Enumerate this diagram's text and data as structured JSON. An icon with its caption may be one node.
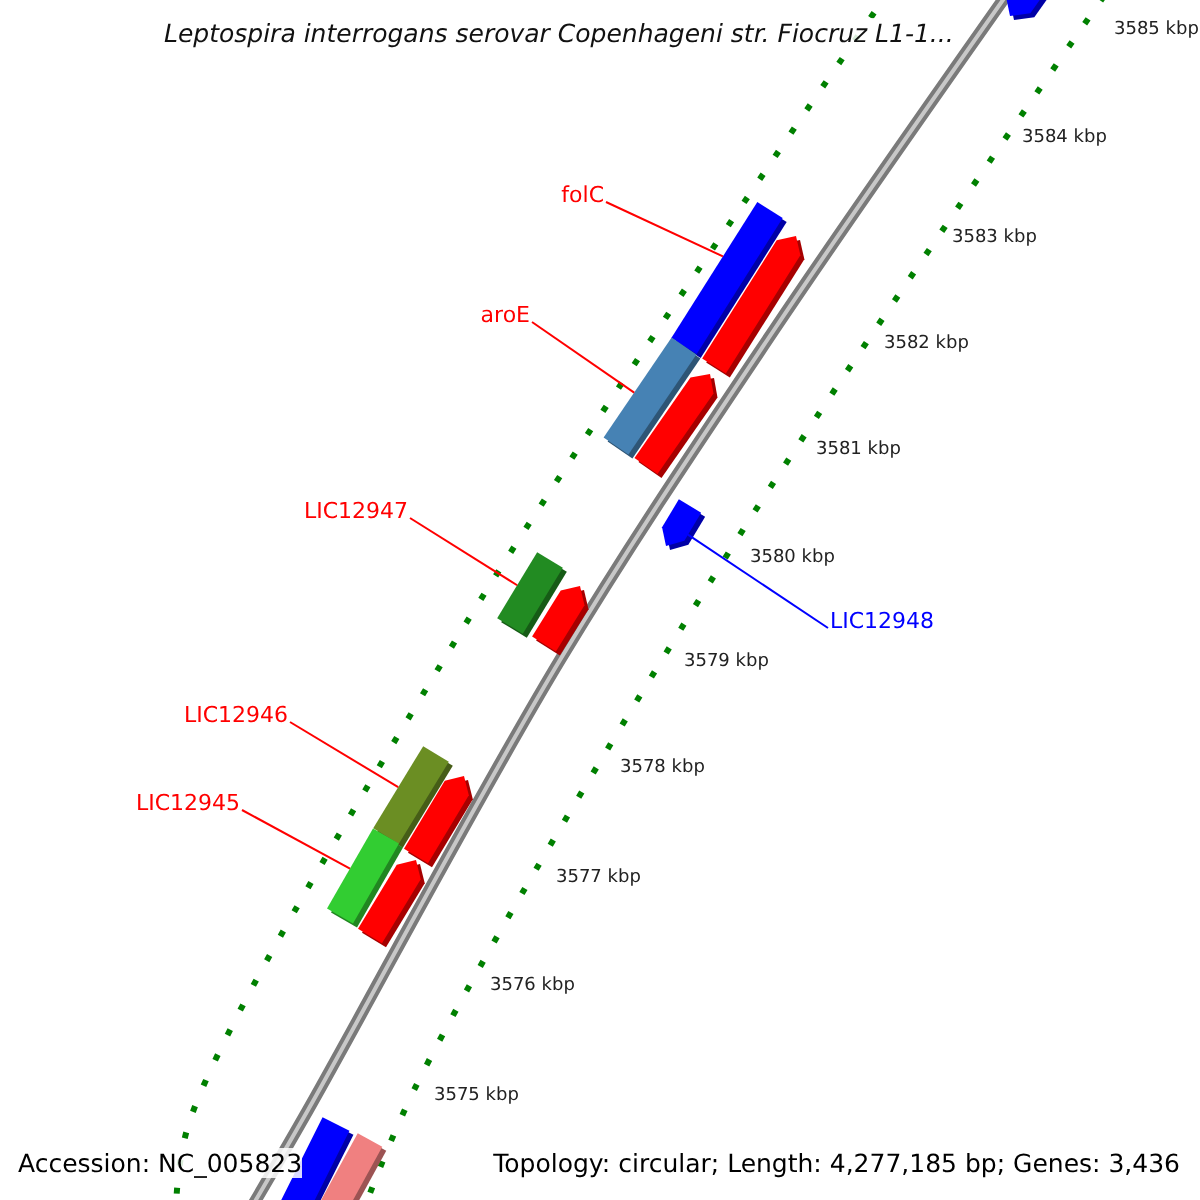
{
  "diagram": {
    "title": "Leptospira interrogans serovar Copenhageni str. Fiocruz L1-1...",
    "nodes": [
      {
        "text": [
          "folC"
        ]
      },
      {
        "text": [
          "aroE"
        ]
      },
      {
        "text": [
          "LIC12947"
        ]
      },
      {
        "text": [
          "LIC12948"
        ]
      },
      {
        "text": [
          "LIC12946"
        ]
      },
      {
        "text": [
          "LIC12945"
        ]
      },
      {
        "text": [],
        "shape": "bar"
      },
      {
        "text": [],
        "shape": "bar"
      },
      {
        "text": [],
        "shape": "bar"
      },
      {
        "text": [],
        "shape": "bar"
      },
      {
        "text": [],
        "shape": "bar"
      },
      {
        "text": [],
        "shape": "bar"
      }
    ],
    "edges": [
      {
        "from": 0,
        "to": 6,
        "arrow": "none"
      },
      {
        "from": 1,
        "to": 7,
        "arrow": "none"
      },
      {
        "from": 2,
        "to": 8,
        "arrow": "none"
      },
      {
        "from": 3,
        "to": 9,
        "arrow": "none",
        "color": "#0000ff"
      },
      {
        "from": 4,
        "to": 10,
        "arrow": "none"
      },
      {
        "from": 5,
        "to": 11,
        "arrow": "none"
      }
    ],
    "labels": [
      "3585 kbp",
      "3584 kbp",
      "3583 kbp",
      "3582 kbp",
      "3581 kbp",
      "3580 kbp",
      "3579 kbp",
      "3578 kbp",
      "3577 kbp",
      "3576 kbp",
      "3575 kbp",
      "Accession: NC_005823",
      "Topology: circular; Length: 4,277,185 bp; Genes: 3,436"
    ]
  }
}
